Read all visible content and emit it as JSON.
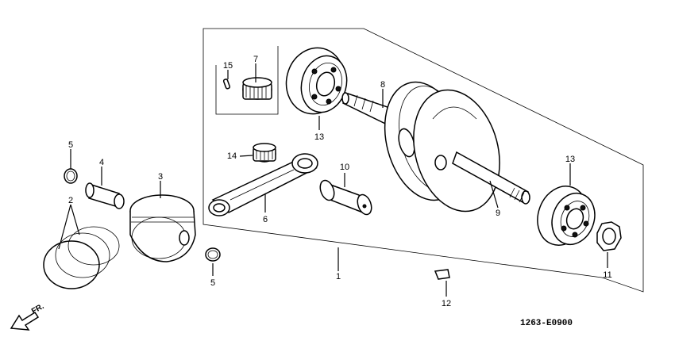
{
  "diagram": {
    "callouts": [
      {
        "id": "c15",
        "label": "15"
      },
      {
        "id": "c7",
        "label": "7"
      },
      {
        "id": "c8",
        "label": "8"
      },
      {
        "id": "c13a",
        "label": "13"
      },
      {
        "id": "c5a",
        "label": "5"
      },
      {
        "id": "c4",
        "label": "4"
      },
      {
        "id": "c3",
        "label": "3"
      },
      {
        "id": "c14",
        "label": "14"
      },
      {
        "id": "c10",
        "label": "10"
      },
      {
        "id": "c2",
        "label": "2"
      },
      {
        "id": "c6",
        "label": "6"
      },
      {
        "id": "c13b",
        "label": "13"
      },
      {
        "id": "c9",
        "label": "9"
      },
      {
        "id": "c5b",
        "label": "5"
      },
      {
        "id": "c1",
        "label": "1"
      },
      {
        "id": "c11",
        "label": "11"
      },
      {
        "id": "c12",
        "label": "12"
      }
    ],
    "front_label": "FR.",
    "diagram_code": "1263-E0900"
  }
}
